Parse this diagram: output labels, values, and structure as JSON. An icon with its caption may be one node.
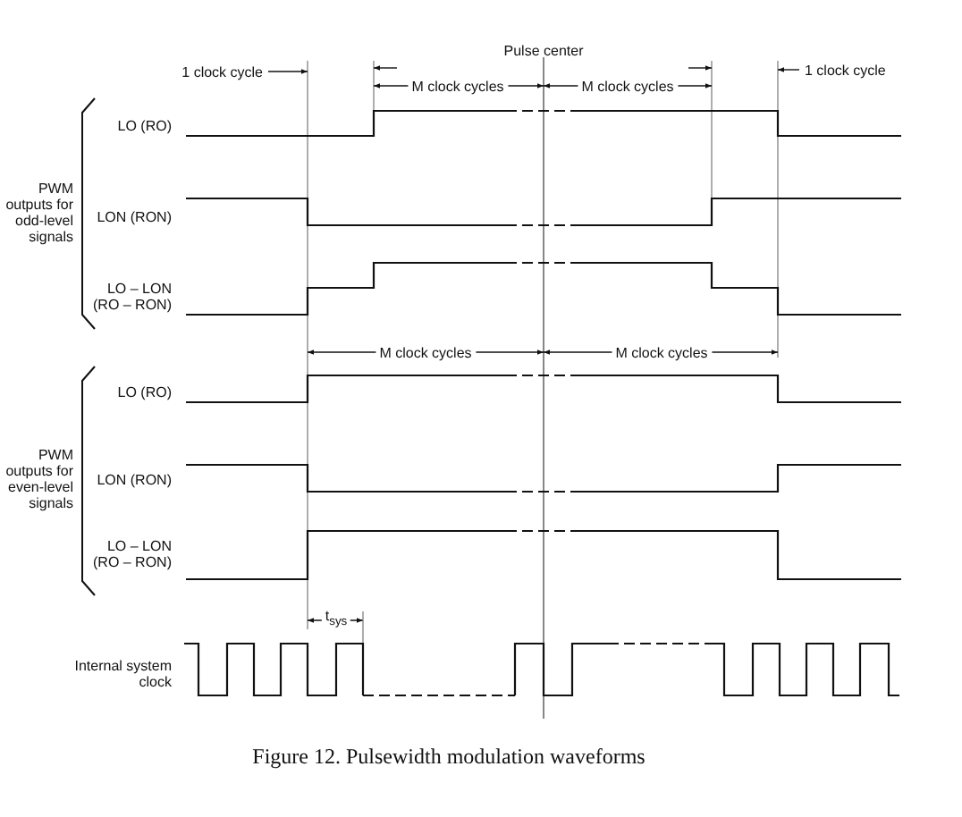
{
  "diagram": {
    "caption": "Figure 12. Pulsewidth modulation waveforms",
    "labels": [
      "Pulse center",
      "1 clock cycle",
      "M clock cycles",
      "M clock cycles",
      "1 clock cycle",
      "LO (RO)",
      "PWM outputs for odd-level signals",
      "LON (RON)",
      "LO – LON (RO – RON)",
      "M clock cycles",
      "M clock cycles",
      "LO (RO)",
      "PWM outputs for even-level signals",
      "LON (RON)",
      "LO – LON (RO – RON)",
      "t$_{sys}$",
      "Internal system clock"
    ]
  }
}
